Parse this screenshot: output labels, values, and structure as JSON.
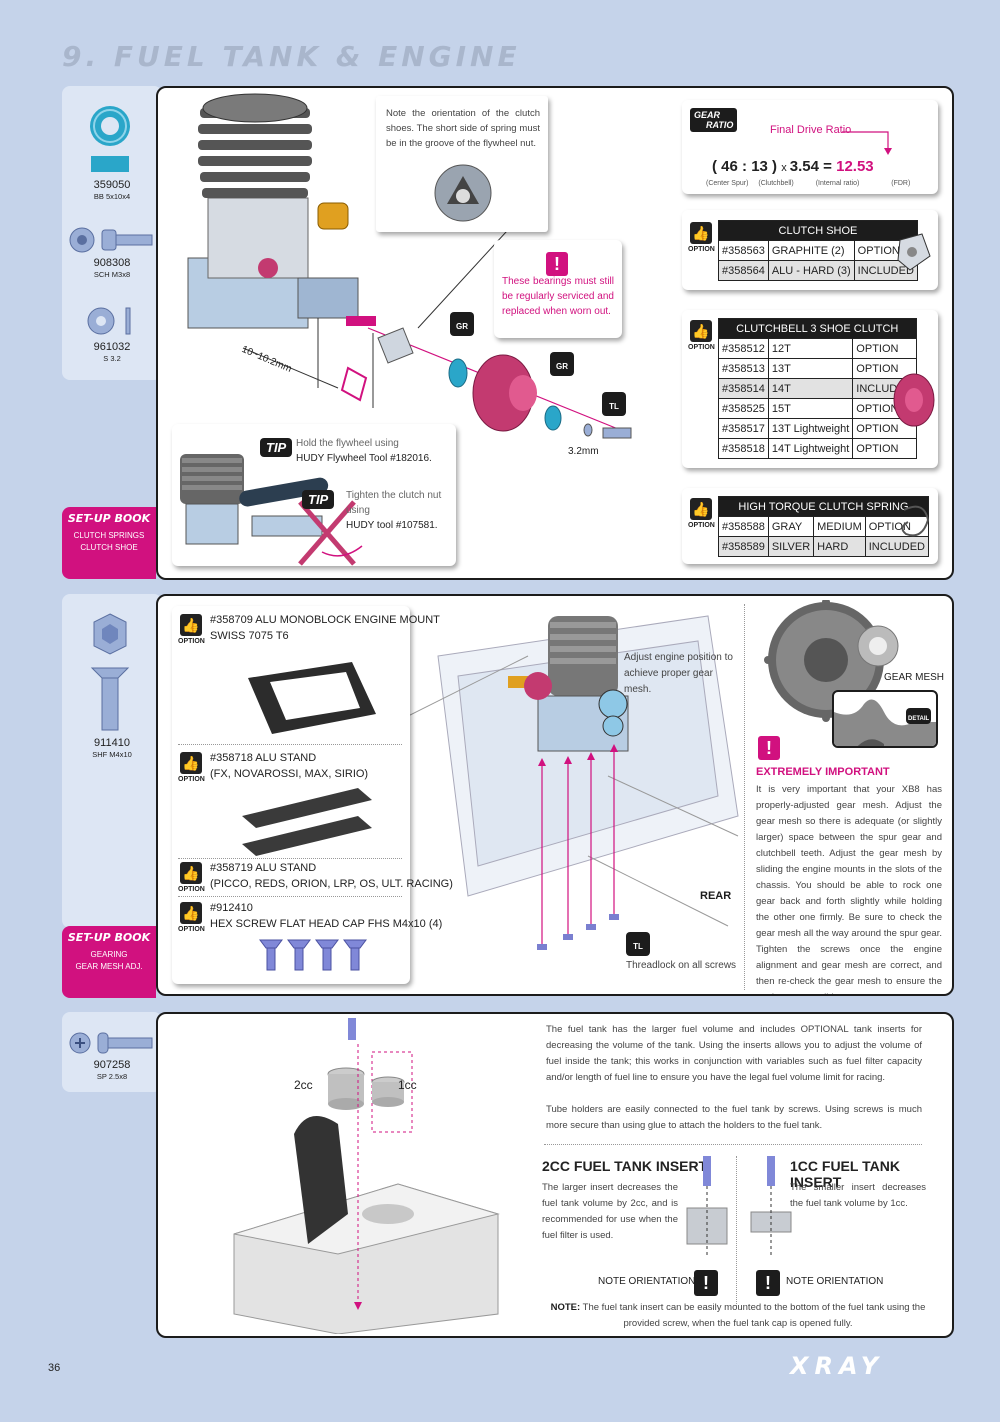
{
  "page": {
    "title": "9. FUEL TANK & ENGINE",
    "number": "36",
    "brand": "XRAY"
  },
  "parts": [
    {
      "pn": "359050",
      "desc": "BB 5x10x4"
    },
    {
      "pn": "908308",
      "desc": "SCH M3x8"
    },
    {
      "pn": "961032",
      "desc": "S 3.2"
    },
    {
      "pn": "911410",
      "desc": "SHF M4x10"
    },
    {
      "pn": "907258",
      "desc": "SP 2.5x8"
    }
  ],
  "setup_book": [
    {
      "label": "SET-UP BOOK",
      "line1": "CLUTCH SPRINGS",
      "line2": "CLUTCH SHOE"
    },
    {
      "label": "SET-UP BOOK",
      "line1": "GEARING",
      "line2": "GEAR MESH ADJ."
    }
  ],
  "section1": {
    "clutch_note": "Note the orientation of the clutch shoes. The short side of spring must be in the groove of the flywheel nut.",
    "bearing_note": "These bearings must still be regularly serviced and replaced when worn out.",
    "dim_label": "10~10.2mm",
    "gap_label": "3.2mm",
    "gr_label": "GR",
    "tl_label": "TL",
    "tip_label": "TIP",
    "tip1_line1": "Hold the flywheel using",
    "tip1_line2": "HUDY Flywheel Tool #182016.",
    "tip2_line1": "Tighten the clutch nut using",
    "tip2_line2": "HUDY tool #107581.",
    "gear_ratio": {
      "badge1": "GEAR",
      "badge2": "RATIO",
      "label": "Final Drive Ratio",
      "spur": "46",
      "clutchbell": "13",
      "internal": "3.54",
      "fdr": "12.53",
      "spur_label": "(Center Spur)",
      "clutchbell_label": "(Clutchbell)",
      "internal_label": "(Internal ratio)",
      "fdr_label": "(FDR)"
    },
    "option_label": "OPTION",
    "clutch_shoe": {
      "header": "CLUTCH SHOE",
      "rows": [
        [
          "#358563",
          "GRAPHITE (2)",
          "OPTION"
        ],
        [
          "#358564",
          "ALU - HARD (3)",
          "INCLUDED"
        ]
      ]
    },
    "clutchbell": {
      "header": "CLUTCHBELL 3 SHOE CLUTCH",
      "rows": [
        [
          "#358512",
          "12T",
          "OPTION"
        ],
        [
          "#358513",
          "13T",
          "OPTION"
        ],
        [
          "#358514",
          "14T",
          "INCLUDED"
        ],
        [
          "#358525",
          "15T",
          "OPTION"
        ],
        [
          "#358517",
          "13T Lightweight",
          "OPTION"
        ],
        [
          "#358518",
          "14T Lightweight",
          "OPTION"
        ]
      ]
    },
    "spring": {
      "header": "HIGH TORQUE CLUTCH SPRING",
      "rows": [
        [
          "#358588",
          "GRAY",
          "MEDIUM",
          "OPTION"
        ],
        [
          "#358589",
          "SILVER",
          "HARD",
          "INCLUDED"
        ]
      ]
    }
  },
  "section2": {
    "opt1_line1": "#358709 ALU MONOBLOCK ENGINE MOUNT",
    "opt1_line2": "SWISS 7075 T6",
    "opt2_line1": "#358718 ALU STAND",
    "opt2_line2": "(FX, NOVAROSSI, MAX, SIRIO)",
    "opt3_line1": "#358719 ALU STAND",
    "opt3_line2": "(PICCO, REDS, ORION, LRP, OS, ULT. RACING)",
    "opt4_line1": "#912410",
    "opt4_line2": "HEX SCREW FLAT HEAD CAP FHS M4x10 (4)",
    "adjust_note": "Adjust engine position to achieve proper gear mesh.",
    "rear_label": "REAR",
    "threadlock": "Threadlock on all screws",
    "gear_mesh": "GEAR MESH",
    "detail_label": "DETAIL",
    "important_title": "EXTREMELY IMPORTANT",
    "important_text": "It is very important that your XB8 has properly-adjusted gear mesh. Adjust the gear mesh so there is adequate (or slightly larger) space between the spur gear and clutchbell teeth. Adjust the gear mesh by sliding the engine mounts in the slots of the chassis. You should be able to rock one gear back and forth slightly while holding the other one firmly. Be sure to check the gear mesh all the way around the spur gear. Tighten the screws once the engine alignment and gear mesh are correct, and then re-check the gear mesh to ensure the engine mounts did not move."
  },
  "section3": {
    "label_2cc": "2cc",
    "label_1cc": "1cc",
    "para1": "The fuel tank has the larger fuel volume and includes OPTIONAL tank inserts for decreasing the volume of the tank. Using the inserts allows you to adjust the volume of fuel inside the tank; this works in conjunction with variables such as fuel filter capacity and/or length of fuel line to ensure you have the legal fuel volume limit for racing.",
    "para2": "Tube holders are easily connected to the fuel tank by screws. Using screws is much more secure than using glue to attach the holders to the fuel tank.",
    "insert2_title": "2CC FUEL TANK INSERT",
    "insert2_text": "The larger insert decreases the fuel tank volume by 2cc, and is recommended for use when the fuel filter is used.",
    "insert1_title": "1CC FUEL TANK INSERT",
    "insert1_text": "The smaller insert decreases the fuel tank volume by 1cc.",
    "orientation": "NOTE ORIENTATION",
    "note_label": "NOTE:",
    "note_text": "The fuel tank insert can be easily mounted to the bottom of the fuel tank using the provided screw, when the fuel tank cap is opened fully."
  }
}
